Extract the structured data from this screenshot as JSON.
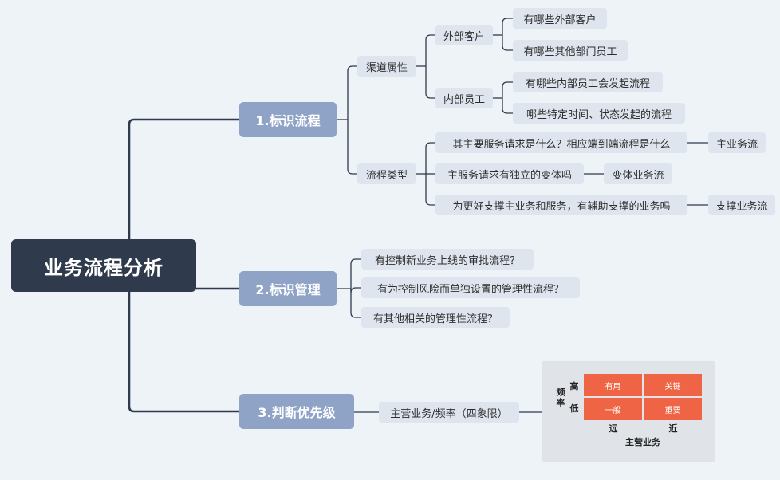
{
  "root": {
    "label": "业务流程分析"
  },
  "branches": [
    {
      "label": "1.标识流程",
      "children": [
        {
          "label": "渠道属性",
          "children": [
            {
              "label": "外部客户",
              "children": [
                "有哪些外部客户",
                "有哪些其他部门员工"
              ]
            },
            {
              "label": "内部员工",
              "children": [
                "有哪些内部员工会发起流程",
                "哪些特定时间、状态发起的流程"
              ]
            }
          ]
        },
        {
          "label": "流程类型",
          "children": [
            {
              "label": "其主要服务请求是什么？相应端到端流程是什么",
              "result": "主业务流"
            },
            {
              "label": "主服务请求有独立的变体吗",
              "result": "变体业务流"
            },
            {
              "label": "为更好支撑主业务和服务，有辅助支撑的业务吗",
              "result": "支撑业务流"
            }
          ]
        }
      ]
    },
    {
      "label": "2.标识管理",
      "children": [
        "有控制新业务上线的审批流程？",
        "有为控制风险而单独设置的管理性流程？",
        "有其他相关的管理性流程？"
      ]
    },
    {
      "label": "3.判断优先级",
      "children": [
        "主营业务/频率（四象限）"
      ]
    }
  ],
  "quadrant": {
    "cells": [
      "有用",
      "关键",
      "一般",
      "重要"
    ],
    "y_axis_label": "频率",
    "y_ticks": [
      "高",
      "低"
    ],
    "x_ticks": [
      "远",
      "近"
    ],
    "x_axis_label": "主营业务"
  },
  "colors": {
    "root": "#2f3b4d",
    "main": "#8fa3c6",
    "sub": "#dfe5ee",
    "line": "#2f3b4d",
    "quadrant": "#ef6444"
  }
}
